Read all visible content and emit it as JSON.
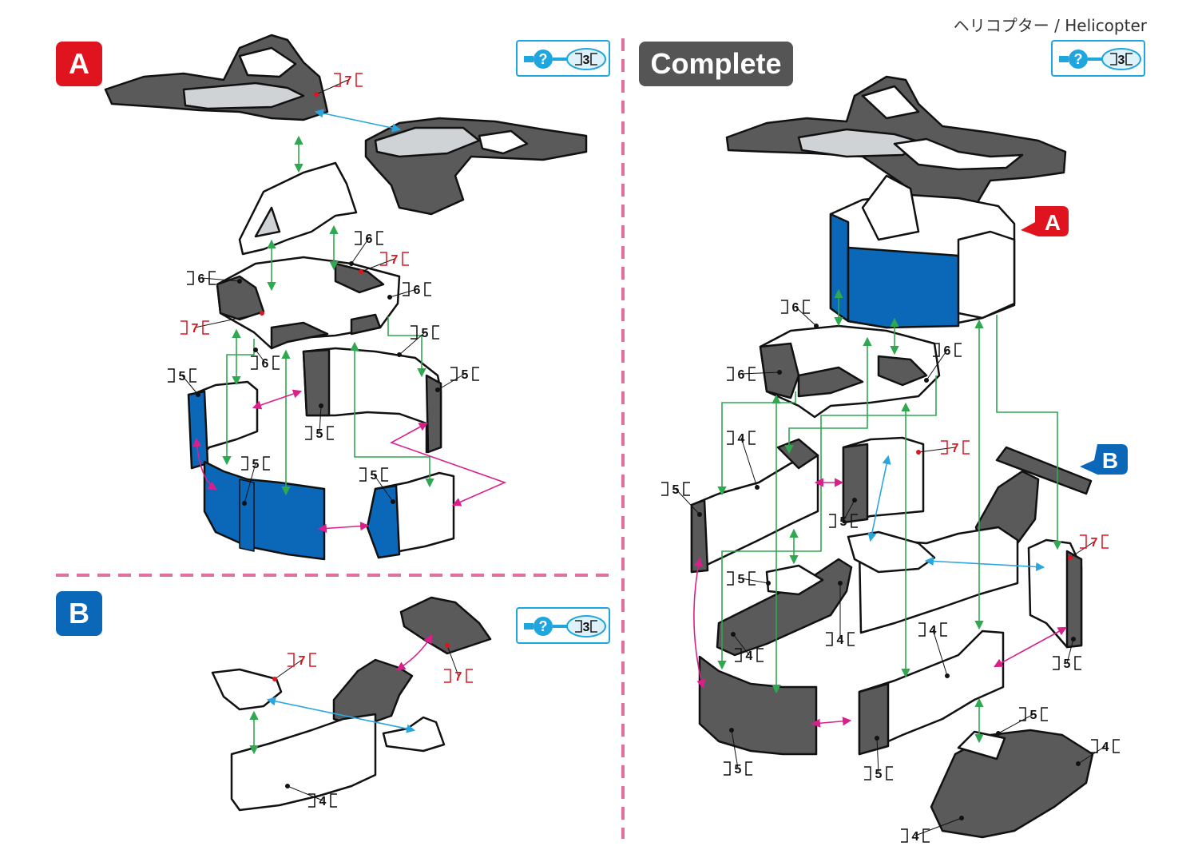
{
  "page": {
    "title": "ヘリコプター / Helicopter"
  },
  "steps": {
    "a_label": "A",
    "b_label": "B",
    "complete_label": "Complete"
  },
  "hint": {
    "value": "3"
  },
  "callouts": {
    "a_label": "A",
    "b_label": "B"
  },
  "piece_labels": [
    {
      "text": "7",
      "color": "red"
    },
    {
      "text": "6",
      "color": "black"
    },
    {
      "text": "7",
      "color": "red"
    },
    {
      "text": "6",
      "color": "black"
    },
    {
      "text": "6",
      "color": "black"
    },
    {
      "text": "7",
      "color": "red"
    },
    {
      "text": "6",
      "color": "black"
    },
    {
      "text": "5",
      "color": "black"
    },
    {
      "text": "5",
      "color": "black"
    },
    {
      "text": "5",
      "color": "black"
    },
    {
      "text": "5",
      "color": "black"
    },
    {
      "text": "5",
      "color": "black"
    },
    {
      "text": "5",
      "color": "black"
    },
    {
      "text": "7",
      "color": "red"
    },
    {
      "text": "7",
      "color": "red"
    },
    {
      "text": "4",
      "color": "black"
    },
    {
      "text": "6",
      "color": "black"
    },
    {
      "text": "6",
      "color": "black"
    },
    {
      "text": "6",
      "color": "black"
    },
    {
      "text": "4",
      "color": "black"
    },
    {
      "text": "5",
      "color": "black"
    },
    {
      "text": "7",
      "color": "red"
    },
    {
      "text": "5",
      "color": "black"
    },
    {
      "text": "5",
      "color": "black"
    },
    {
      "text": "4",
      "color": "black"
    },
    {
      "text": "4",
      "color": "black"
    },
    {
      "text": "7",
      "color": "red"
    },
    {
      "text": "4",
      "color": "black"
    },
    {
      "text": "5",
      "color": "black"
    },
    {
      "text": "5",
      "color": "black"
    },
    {
      "text": "5",
      "color": "black"
    },
    {
      "text": "5",
      "color": "black"
    },
    {
      "text": "4",
      "color": "black"
    },
    {
      "text": "4",
      "color": "black"
    }
  ],
  "colors": {
    "red": "#e0141e",
    "blue": "#0b67b8",
    "dark_piece": "#5a5a5a",
    "light_piece": "#d0d3d6",
    "divider": "#e36ea0",
    "hint_blue": "#20a6de",
    "arrow_green": "#2fa84f",
    "arrow_pink": "#d9208a",
    "arrow_blue": "#2aa6de"
  }
}
